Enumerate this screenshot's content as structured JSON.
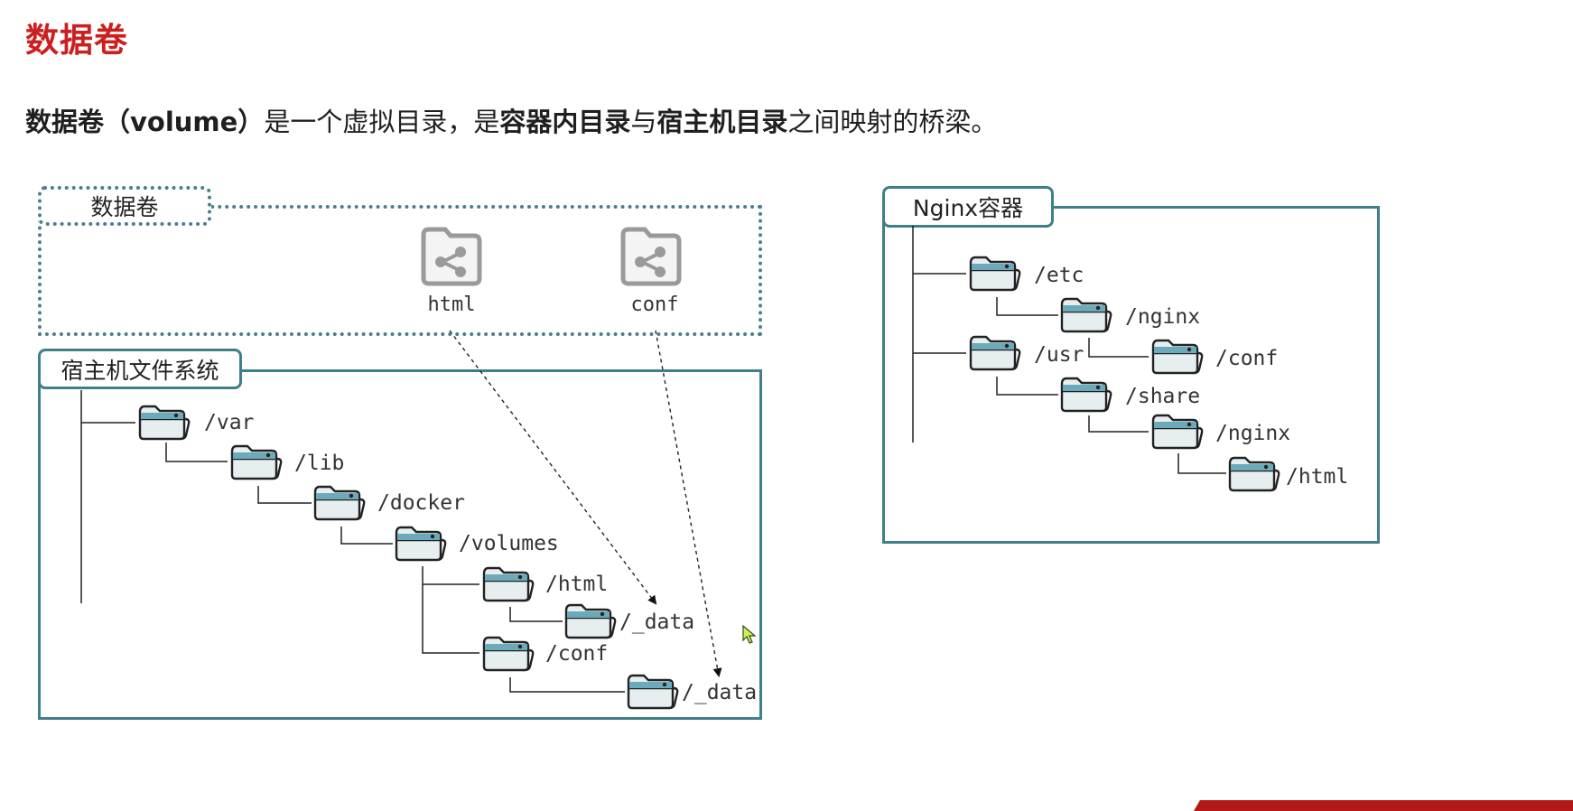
{
  "title": "数据卷",
  "intro": {
    "p1": "数据卷（volume）",
    "p2": "是一个虚拟目录，是",
    "p3": "容器内目录",
    "p4": "与",
    "p5": "宿主机目录",
    "p6": "之间映射的桥梁。"
  },
  "volume_box": {
    "label": "数据卷",
    "volumes": [
      {
        "name": "html",
        "icon": "share-folder-icon"
      },
      {
        "name": "conf",
        "icon": "share-folder-icon"
      }
    ]
  },
  "host_box": {
    "label": "宿主机文件系统",
    "paths": [
      "/var",
      "/lib",
      "/docker",
      "/volumes",
      "/html",
      "/_data",
      "/conf",
      "/_data"
    ]
  },
  "nginx_box": {
    "label": "Nginx容器",
    "paths": [
      "/etc",
      "/nginx",
      "/usr",
      "/conf",
      "/share",
      "/nginx",
      "/html"
    ]
  },
  "colors": {
    "title": "#cc1f1f",
    "border": "#3f7f89",
    "folder_fill": "#e6eef0",
    "folder_tab": "#6aaabb",
    "icon_gray": "#9a9a9a"
  }
}
